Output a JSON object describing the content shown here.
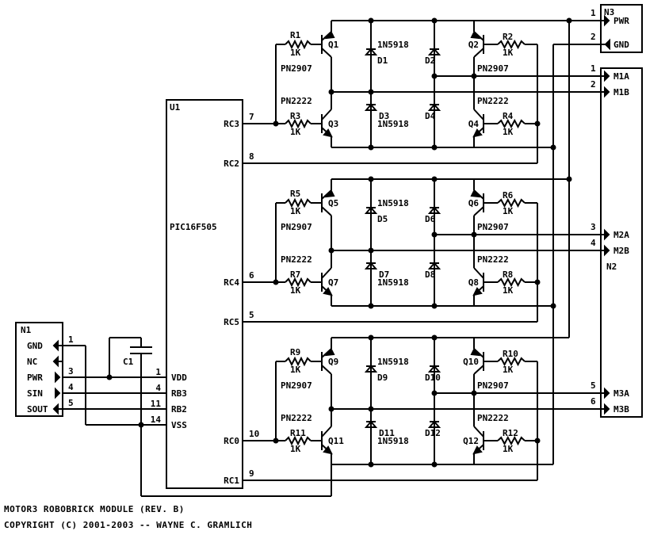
{
  "caption": {
    "line1": "MOTOR3 ROBOBRICK MODULE (REV. B)",
    "line2": "COPYRIGHT (C) 2001-2003 -- WAYNE C. GRAMLICH"
  },
  "n1": {
    "ref": "N1",
    "pins": [
      {
        "label": "GND",
        "num": "1"
      },
      {
        "label": "NC",
        "num": ""
      },
      {
        "label": "PWR",
        "num": "3"
      },
      {
        "label": "SIN",
        "num": "4"
      },
      {
        "label": "SOUT",
        "num": "5"
      }
    ]
  },
  "c1": {
    "ref": "C1"
  },
  "u1": {
    "ref": "U1",
    "part": "PIC16F505",
    "left_pins": [
      {
        "label": "VDD",
        "num": "1"
      },
      {
        "label": "RB3",
        "num": "4"
      },
      {
        "label": "RB2",
        "num": "11"
      },
      {
        "label": "VSS",
        "num": "14"
      }
    ],
    "right_pins": [
      {
        "label": "RC3",
        "num": "7"
      },
      {
        "label": "RC2",
        "num": "8"
      },
      {
        "label": "RC4",
        "num": "6"
      },
      {
        "label": "RC5",
        "num": "5"
      },
      {
        "label": "RC0",
        "num": "10"
      },
      {
        "label": "RC1",
        "num": "9"
      }
    ]
  },
  "n3": {
    "ref": "N3",
    "pins": [
      {
        "label": "PWR",
        "num": "1"
      },
      {
        "label": "GND",
        "num": "2"
      }
    ]
  },
  "n2": {
    "ref": "N2",
    "pins": [
      {
        "label": "M1A",
        "num": "1"
      },
      {
        "label": "M1B",
        "num": "2"
      },
      {
        "label": "M2A",
        "num": "3"
      },
      {
        "label": "M2B",
        "num": "4"
      },
      {
        "label": "M3A",
        "num": "5"
      },
      {
        "label": "M3B",
        "num": "6"
      }
    ]
  },
  "bridges": [
    {
      "q_tl": "Q1",
      "q_tr": "Q2",
      "q_bl": "Q3",
      "q_br": "Q4",
      "r_tl": "R1",
      "r_tr": "R2",
      "r_bl": "R3",
      "r_br": "R4",
      "d_tl": "D1",
      "d_tr": "D2",
      "d_bl": "D3",
      "d_br": "D4",
      "rv": "1K",
      "pnp": "PN2907",
      "npn": "PN2222",
      "diode": "1N5918"
    },
    {
      "q_tl": "Q5",
      "q_tr": "Q6",
      "q_bl": "Q7",
      "q_br": "Q8",
      "r_tl": "R5",
      "r_tr": "R6",
      "r_bl": "R7",
      "r_br": "R8",
      "d_tl": "D5",
      "d_tr": "D6",
      "d_bl": "D7",
      "d_br": "D8",
      "rv": "1K",
      "pnp": "PN2907",
      "npn": "PN2222",
      "diode": "1N5918"
    },
    {
      "q_tl": "Q9",
      "q_tr": "Q10",
      "q_bl": "Q11",
      "q_br": "Q12",
      "r_tl": "R9",
      "r_tr": "R10",
      "r_bl": "R11",
      "r_br": "R12",
      "d_tl": "D9",
      "d_tr": "D10",
      "d_bl": "D11",
      "d_br": "D12",
      "rv": "1K",
      "pnp": "PN2907",
      "npn": "PN2222",
      "diode": "1N5918"
    }
  ]
}
